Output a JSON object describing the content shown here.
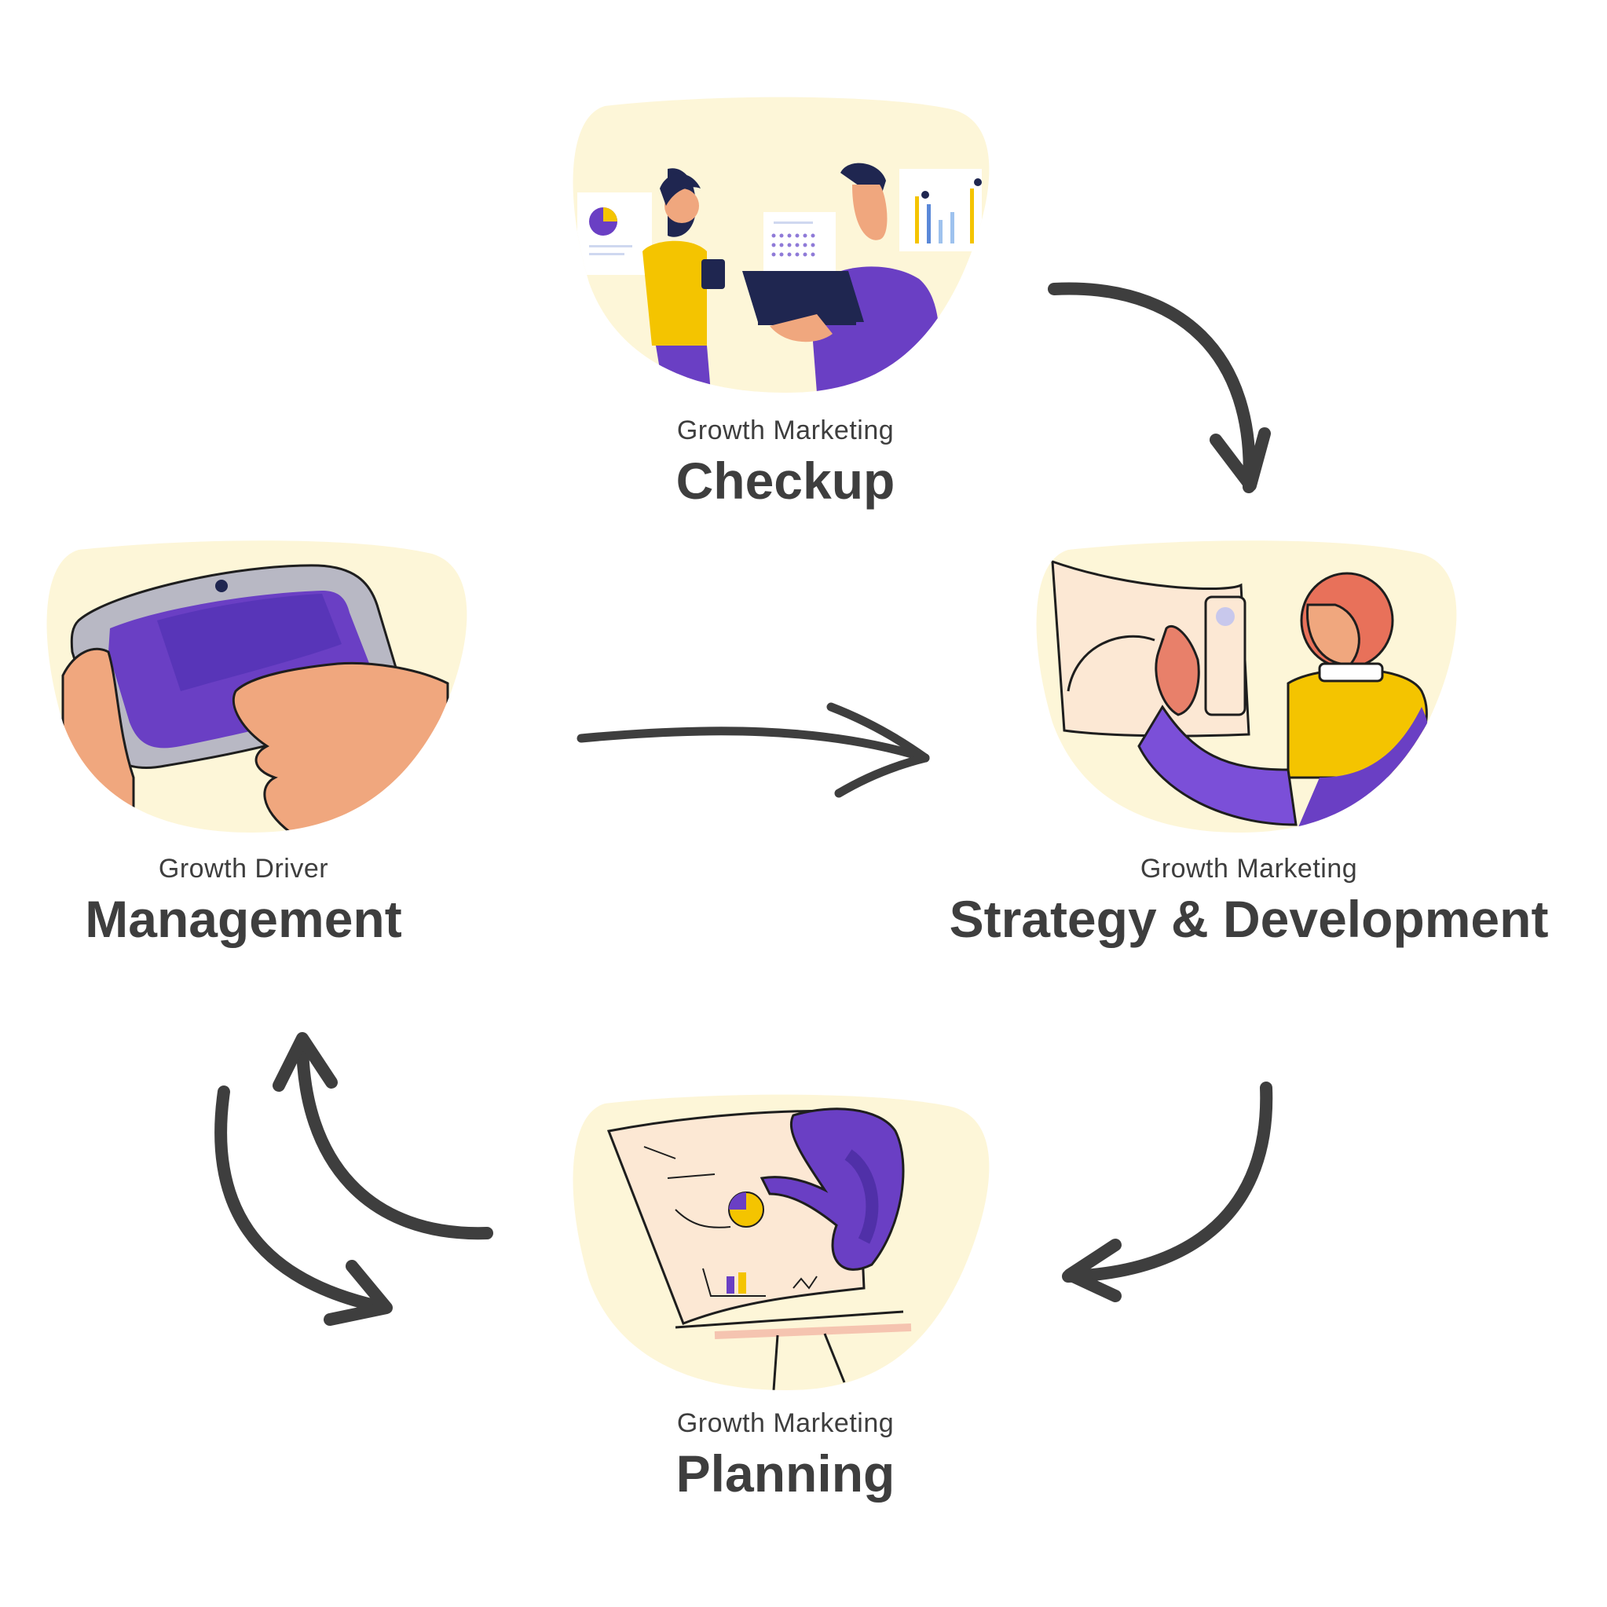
{
  "colors": {
    "blob": "#fdf6d8",
    "purple": "#6a3fc4",
    "purple_dark": "#4e2ea3",
    "yellow": "#f4c400",
    "skin": "#f0a77e",
    "navy": "#1f2650",
    "arrow": "#3e3e3e",
    "text": "#3e3e3e"
  },
  "steps": {
    "checkup": {
      "subtitle": "Growth Marketing",
      "title": "Checkup",
      "illustration": "team-with-laptop-and-charts"
    },
    "strategy": {
      "subtitle": "Growth Marketing",
      "title": "Strategy & Development",
      "illustration": "person-touching-screen"
    },
    "planning": {
      "subtitle": "Growth Marketing",
      "title": "Planning",
      "illustration": "hand-on-whiteboard"
    },
    "management": {
      "subtitle": "Growth Driver",
      "title": "Management",
      "illustration": "hands-holding-tablet"
    }
  },
  "arrows": [
    "checkup-to-strategy",
    "management-to-strategy",
    "strategy-to-planning",
    "planning-to-management",
    "management-to-planning"
  ]
}
